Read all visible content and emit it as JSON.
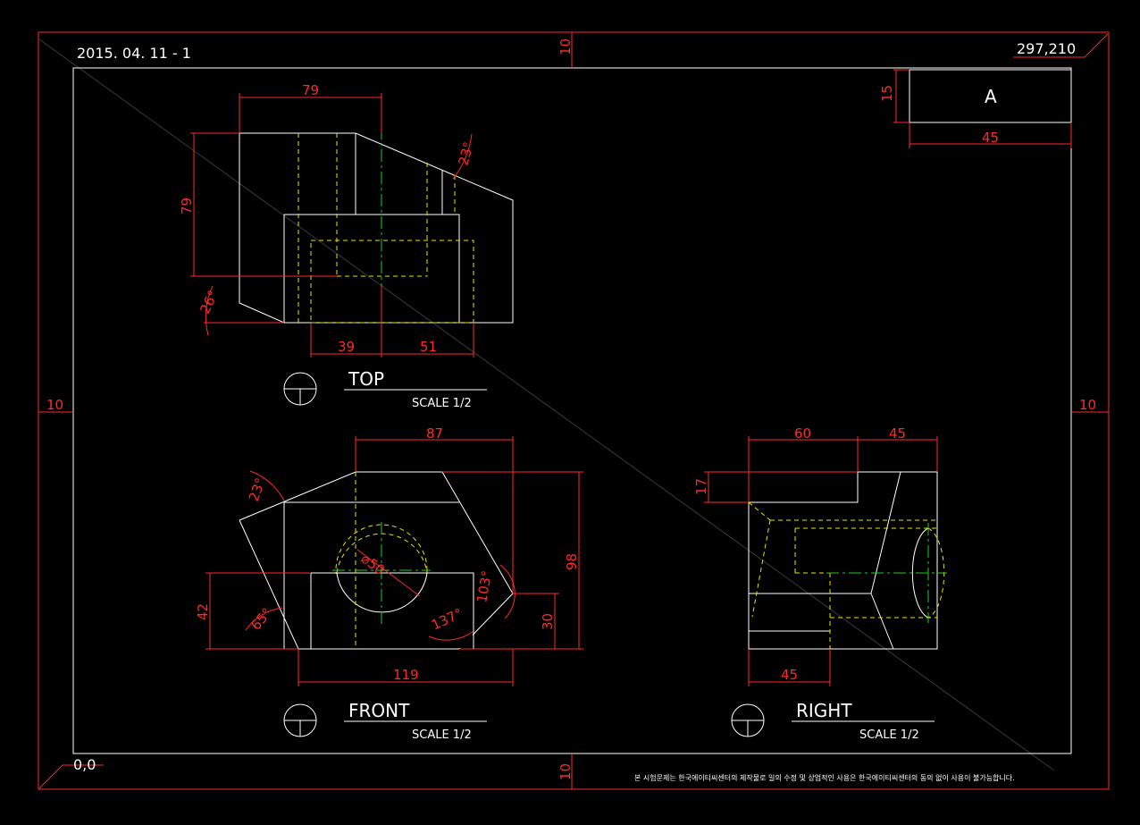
{
  "sheet": {
    "date_label": "2015. 04. 11 - 1",
    "origin_label": "0,0",
    "size_label": "297,210",
    "margin_label": "10",
    "copyright_note": "본 시험문제는 한국에이티씨센터의 제작물로 일의 수정 및 상업적인 사용은 한국에이티씨센터의 동의 없이 사용이 불가능합니다."
  },
  "title_block": {
    "letter": "A",
    "height_dim": "15",
    "width_dim": "45"
  },
  "views": {
    "top": {
      "name": "TOP",
      "scale": "SCALE 1/2",
      "dims": {
        "width_top": "79",
        "height_left": "79",
        "angle_right": "23°",
        "angle_left": "26°",
        "bottom_left": "39",
        "bottom_right": "51"
      }
    },
    "front": {
      "name": "FRONT",
      "scale": "SCALE 1/2",
      "dims": {
        "width_top": "87",
        "diameter": "⌀50",
        "angle_top_left": "23°",
        "height_right": "98",
        "angle_right": "103°",
        "height_left": "42",
        "angle_left": "65°",
        "angle_bottom": "137°",
        "height_right_small": "30",
        "width_bottom": "119"
      }
    },
    "right": {
      "name": "RIGHT",
      "scale": "SCALE 1/2",
      "dims": {
        "width_top_left": "60",
        "width_top_right": "45",
        "height_left": "17",
        "width_bottom": "45"
      }
    }
  },
  "colors": {
    "background": "#000000",
    "outline": "#ffffff",
    "dimension": "#ff2a2a",
    "hidden": "#e6e600",
    "center": "#22cc22"
  }
}
